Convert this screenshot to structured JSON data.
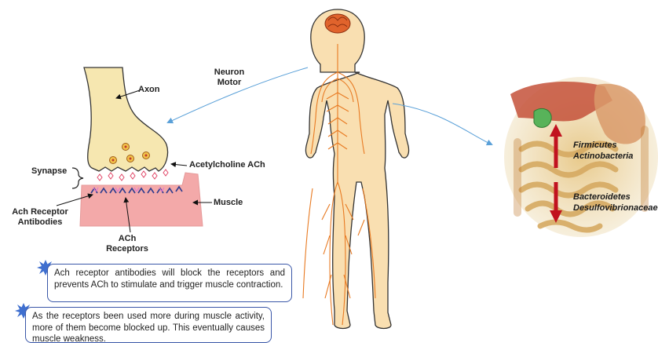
{
  "labels": {
    "axon": "Axon",
    "synapse": "Synapse",
    "acetylcholine": "Acetylcholine ACh",
    "muscle": "Muscle",
    "ach_receptor_antibodies": "Ach Receptor Antibodies",
    "ach_receptors": "ACh Receptors",
    "neuron_motor": "Neuron Motor"
  },
  "gut": {
    "group_up": [
      "Firmicutes",
      "Actinobacteria"
    ],
    "group_down": [
      "Bacteroidetes",
      "Desulfovibrionaceae"
    ]
  },
  "notes": [
    "Ach receptor antibodies will block the receptors and prevents ACh to stimulate and trigger muscle contraction.",
    "As the receptors been used more during muscle activity, more of them become blocked up. This eventually causes muscle weakness."
  ],
  "colors": {
    "skin": "#f9dfb1",
    "nerve": "#e87a22",
    "brain": "#e0632c",
    "muscle": "#f3a9a9",
    "receptor": "#2f3d8f",
    "arrow_blue": "#5aa0d8",
    "note_border": "#3a57a8",
    "gut_arrow": "#c1121f"
  }
}
